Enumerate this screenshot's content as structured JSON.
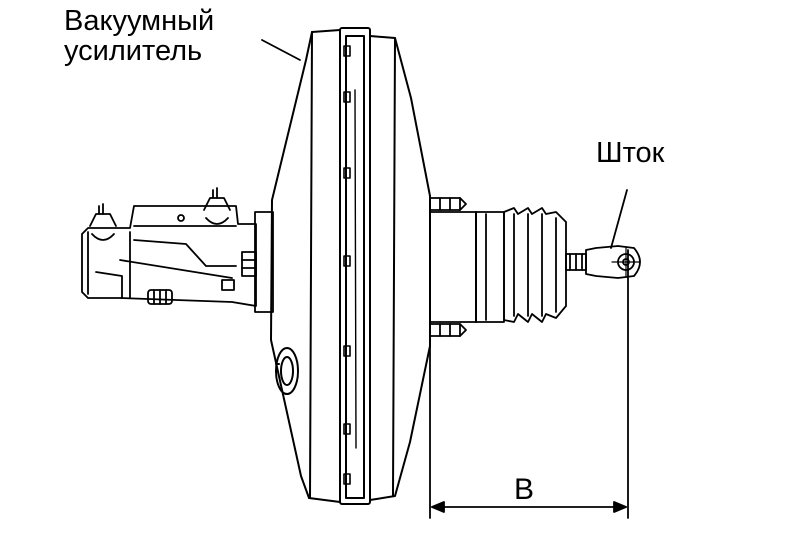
{
  "labels": {
    "booster_line1": "Вакуумный",
    "booster_line2": "усилитель",
    "rod": "Шток",
    "dimension": "B"
  },
  "colors": {
    "line": "#000000",
    "background": "#ffffff"
  }
}
